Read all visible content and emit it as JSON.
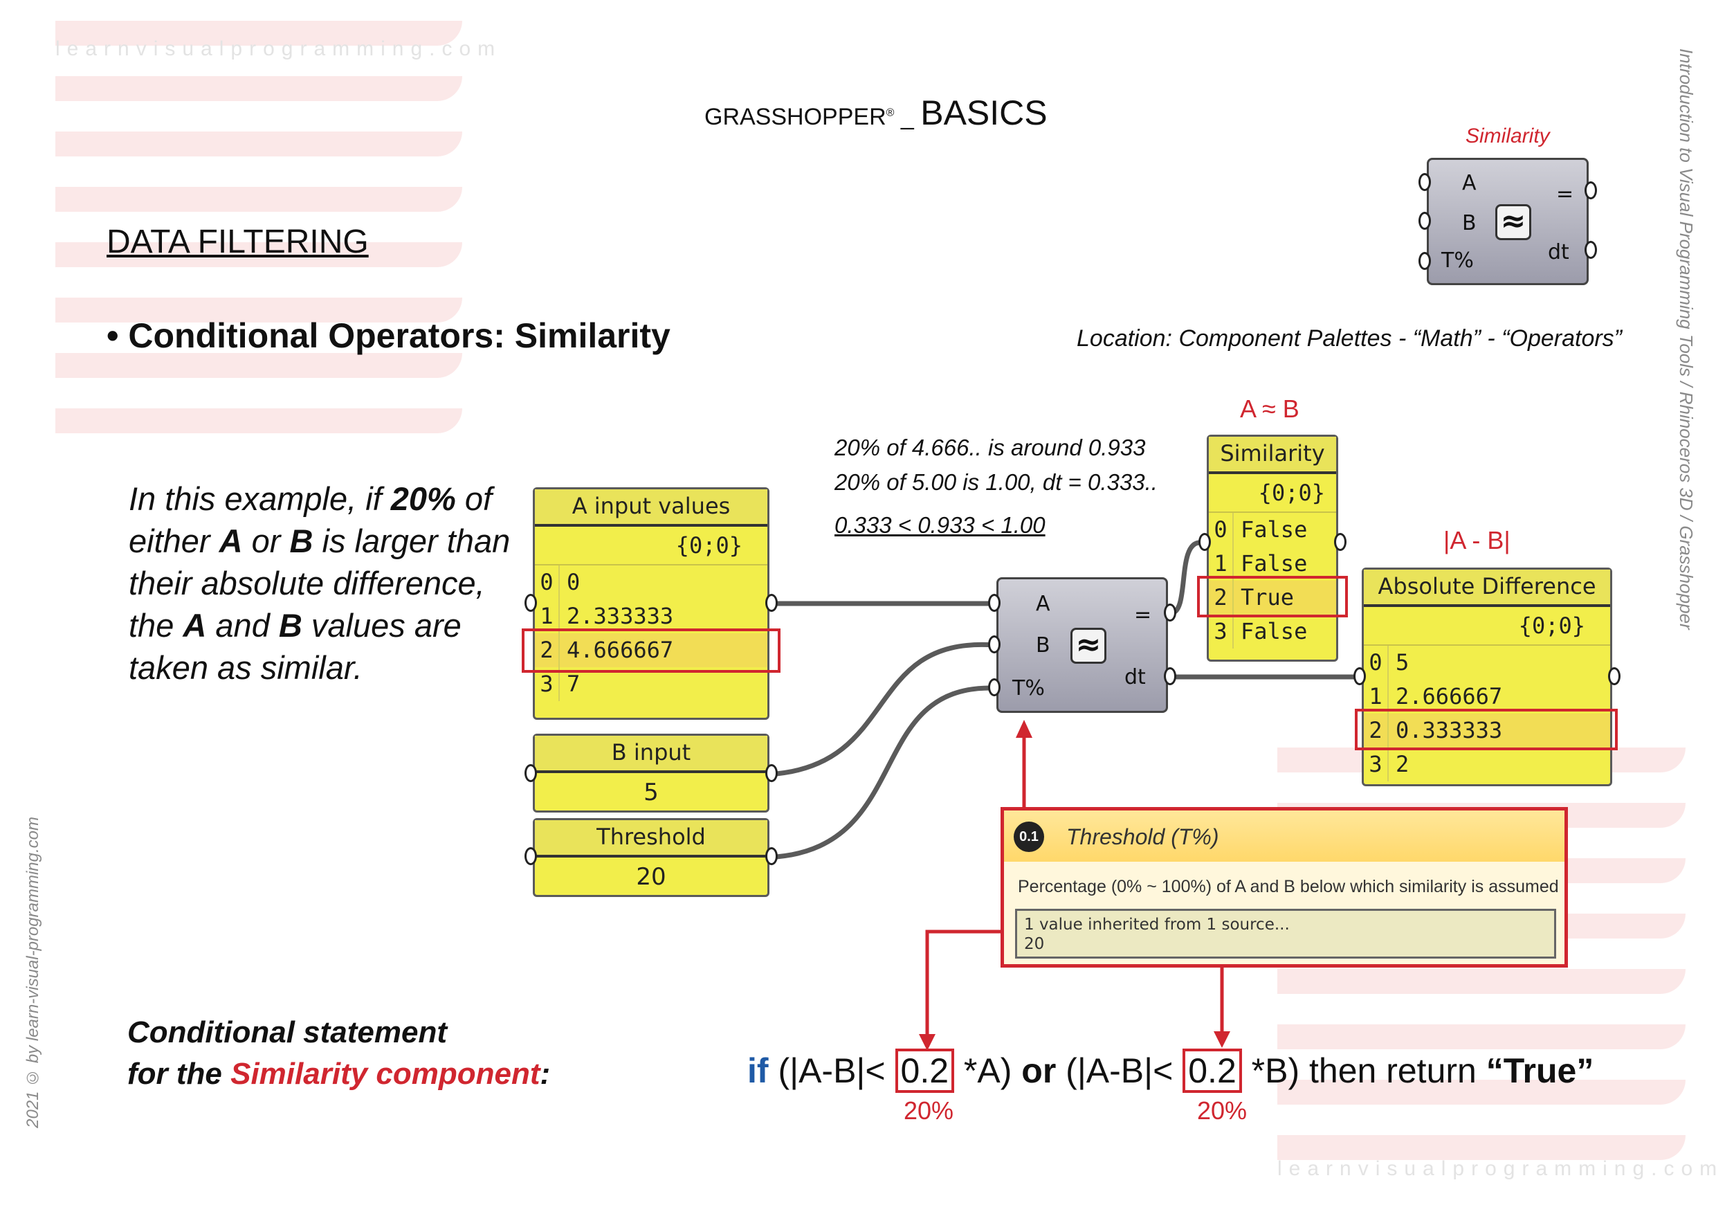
{
  "header": {
    "title_small": "GRASSHOPPER",
    "reg_mark": "®",
    "title_sep": " _ ",
    "title_big": "BASICS"
  },
  "watermark": "learnvisualprogramming.com",
  "side_text": "Introduction to Visual Programming Tools / Rhinoceros 3D / Grasshopper",
  "copyright": "2021 © by learn-visual-programming.com",
  "section_title": "DATA FILTERING",
  "subtitle": "• Conditional Operators: Similarity",
  "location": "Location: Component Palettes - “Math”  -  “Operators”",
  "icon_component": {
    "caption": "Similarity",
    "input_a": "A",
    "input_b": "B",
    "input_t": "T%",
    "output_eq": "=",
    "output_dt": "dt",
    "symbol": "≈"
  },
  "explanation": {
    "p1": "In this example, if ",
    "b1": "20%",
    "p2": " of either ",
    "b2": "A",
    "p3": " or ",
    "b3": "B",
    "p4": " is larger than their absolute difference, the ",
    "b4": "A",
    "p5": " and ",
    "b5": "B",
    "p6": " values are taken as similar."
  },
  "notes": {
    "line1": "20% of 4.666.. is around 0.933",
    "line2": "20% of 5.00 is 1.00, dt = 0.333..",
    "line3": "0.333 < 0.933 < 1.00"
  },
  "labels": {
    "a_approx_b": "A ≈ B",
    "abs_diff": "|A - B|"
  },
  "panel_a": {
    "title": "A input values",
    "path": "{0;0}",
    "rows": [
      {
        "i": "0",
        "v": "0"
      },
      {
        "i": "1",
        "v": "2.333333"
      },
      {
        "i": "2",
        "v": "4.666667"
      },
      {
        "i": "3",
        "v": "7"
      }
    ]
  },
  "panel_b": {
    "title": "B input",
    "value": "5"
  },
  "panel_t": {
    "title": "Threshold",
    "value": "20"
  },
  "panel_sim": {
    "title": "Similarity",
    "path": "{0;0}",
    "rows": [
      {
        "i": "0",
        "v": "False"
      },
      {
        "i": "1",
        "v": "False"
      },
      {
        "i": "2",
        "v": "True"
      },
      {
        "i": "3",
        "v": "False"
      }
    ]
  },
  "panel_abs": {
    "title": "Absolute Difference",
    "path": "{0;0}",
    "rows": [
      {
        "i": "0",
        "v": "5"
      },
      {
        "i": "1",
        "v": "2.666667"
      },
      {
        "i": "2",
        "v": "0.333333"
      },
      {
        "i": "3",
        "v": "2"
      }
    ]
  },
  "main_component": {
    "input_a": "A",
    "input_b": "B",
    "input_t": "T%",
    "output_eq": "=",
    "output_dt": "dt",
    "symbol": "≈"
  },
  "tooltip": {
    "badge": "0.1",
    "title": "Threshold (T%)",
    "description": "Percentage (0% ~ 100%) of A and B below which similarity is assumed",
    "line1": "1 value inherited from 1 source...",
    "line2": "20"
  },
  "conditional": {
    "line1": "Conditional statement",
    "line2_prefix": "for the ",
    "line2_red": "Similarity component",
    "line2_suffix": ":"
  },
  "formula": {
    "if": "if",
    "part1": " (|A-B|< ",
    "val1": "0.2",
    "part2": " *A) ",
    "or": "or",
    "part3": " (|A-B|< ",
    "val2": "0.2",
    "part4": " *B) then return ",
    "ret": "“True”",
    "pct1": "20%",
    "pct2": "20%"
  },
  "colors": {
    "accent_red": "#d0262f",
    "panel_yellow": "#f2ee4b",
    "keyword_blue": "#1f5aa6"
  }
}
